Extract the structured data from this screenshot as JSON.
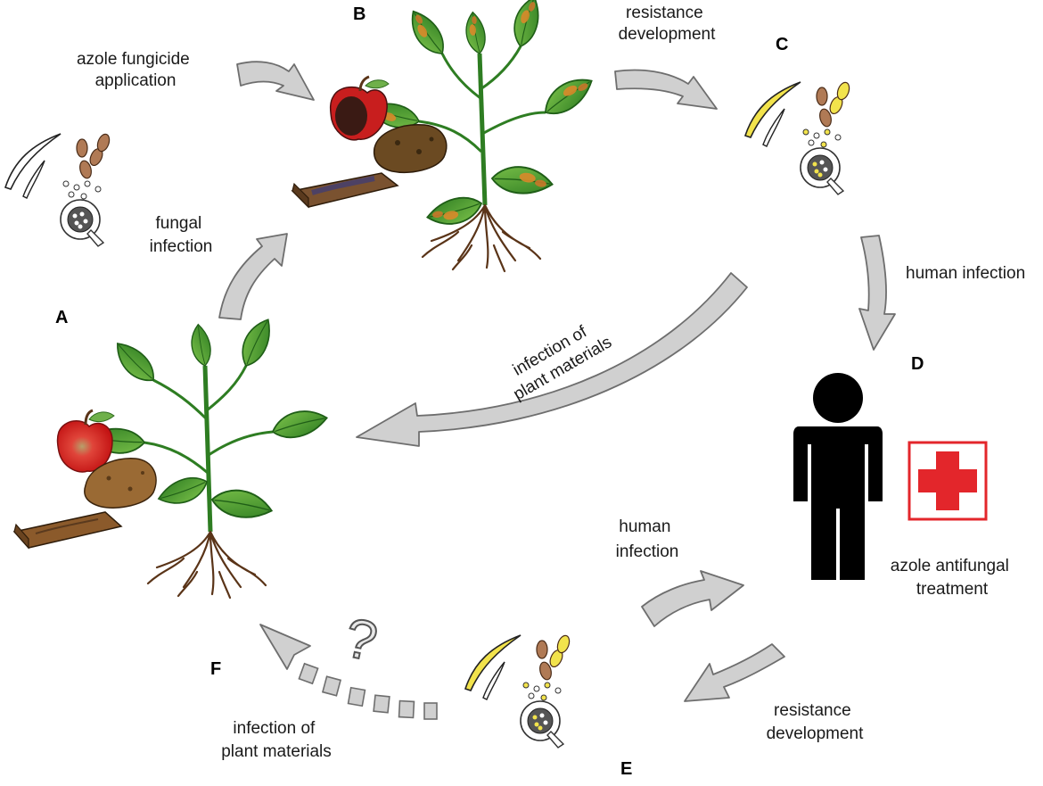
{
  "panel_letters": {
    "a": "A",
    "b": "B",
    "c": "C",
    "d": "D",
    "e": "E",
    "f": "F"
  },
  "labels": {
    "azole_fungicide": [
      "azole fungicide",
      "application"
    ],
    "resistance_top": [
      "resistance",
      "development"
    ],
    "fungal_infection": [
      "fungal",
      "infection"
    ],
    "human_infection_right": "human infection",
    "infection_plant_center": [
      "infection of",
      "plant materials"
    ],
    "human_infection_bottom": [
      "human",
      "infection"
    ],
    "azole_antifungal": [
      "azole antifungal",
      "treatment"
    ],
    "resistance_bottom": [
      "resistance",
      "development"
    ],
    "infection_plant_bottom": [
      "infection of",
      "plant materials"
    ],
    "question_mark": "?"
  },
  "colors": {
    "arrow_fill": "#d0d0d0",
    "arrow_stroke": "#6e6e6e",
    "leaf_healthy": "#3f9b2e",
    "leaf_diseased": "#3f8f2e",
    "lesion": "#d98a2a",
    "apple_red": "#d62020",
    "potato": "#8a5a2b",
    "wood": "#8b5a2b",
    "resistant_spore": "#f2e34c",
    "red_cross": "#e3262b",
    "human": "#000000"
  },
  "icons": {
    "a": "fungal-spores-icon",
    "b": "diseased-plant-icon",
    "c": "resistant-spores-icon",
    "d": "human-figure-icon",
    "medical": "red-cross-icon",
    "e": "resistant-spores-icon",
    "f": "healthy-plant-icon"
  }
}
